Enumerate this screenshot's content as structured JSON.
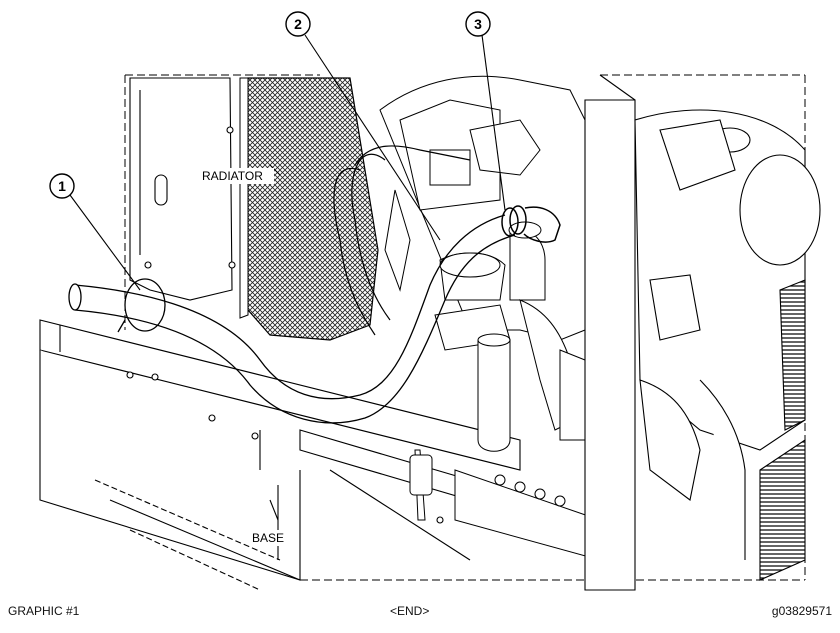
{
  "diagram": {
    "callouts": [
      "1",
      "2",
      "3"
    ],
    "labels": {
      "radiator": "RADIATOR",
      "base": "BASE"
    }
  },
  "footer": {
    "left": "GRAPHIC #1",
    "center": "<END>",
    "right": "g03829571"
  }
}
